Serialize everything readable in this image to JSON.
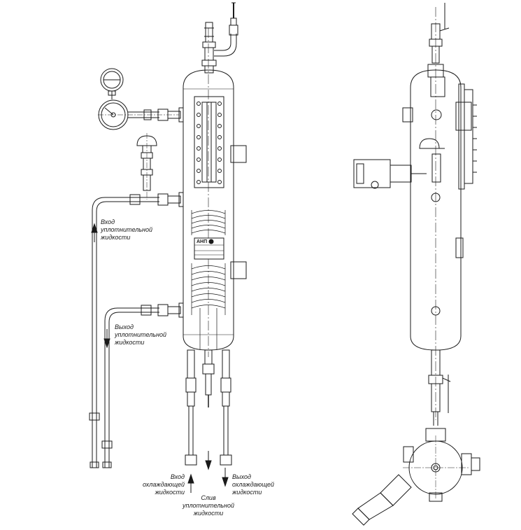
{
  "labels": {
    "seal_in": [
      "Вход",
      "уплотнительной",
      "жидкости"
    ],
    "seal_out": [
      "Выход",
      "уплотнительной",
      "жидкости"
    ],
    "cool_in": [
      "Вход",
      "охлаждающей",
      "жидкости"
    ],
    "cool_out": [
      "Выход",
      "охлаждающей",
      "жидкости"
    ],
    "drain": [
      "Слив",
      "уплотнительной",
      "жидкости"
    ]
  },
  "nameplate": {
    "text": "АНП"
  },
  "colors": {
    "line": "#1a1a1a",
    "background": "#ffffff"
  }
}
